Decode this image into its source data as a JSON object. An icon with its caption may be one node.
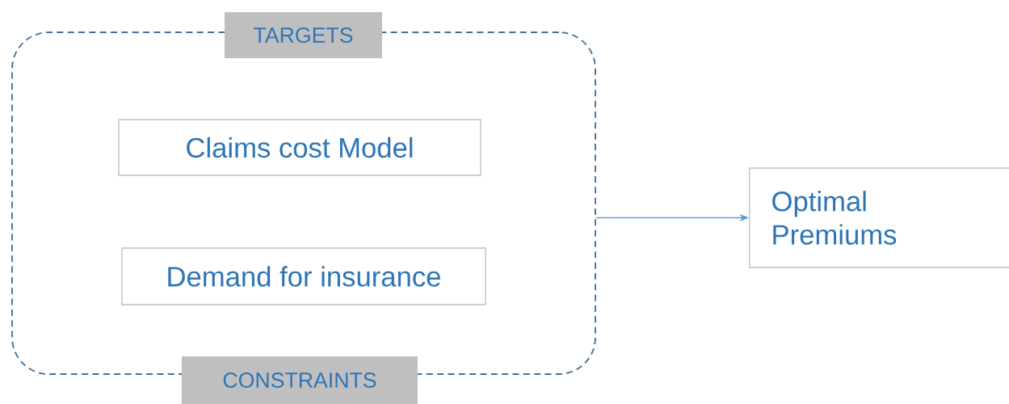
{
  "diagram": {
    "nodes": [
      {
        "text": [],
        "shape": "box"
      },
      {
        "text": [
          "TARGETS"
        ]
      },
      {
        "text": [
          "Claims cost Model"
        ],
        "in": 0
      },
      {
        "text": [
          "Demand for insurance"
        ],
        "in": 0
      },
      {
        "text": [
          "CONSTRAINTS"
        ]
      },
      {
        "text": [
          "Optimal Premiums"
        ]
      }
    ],
    "edges": [
      {
        "from": 0,
        "to": 5,
        "arrow": "to"
      }
    ]
  }
}
